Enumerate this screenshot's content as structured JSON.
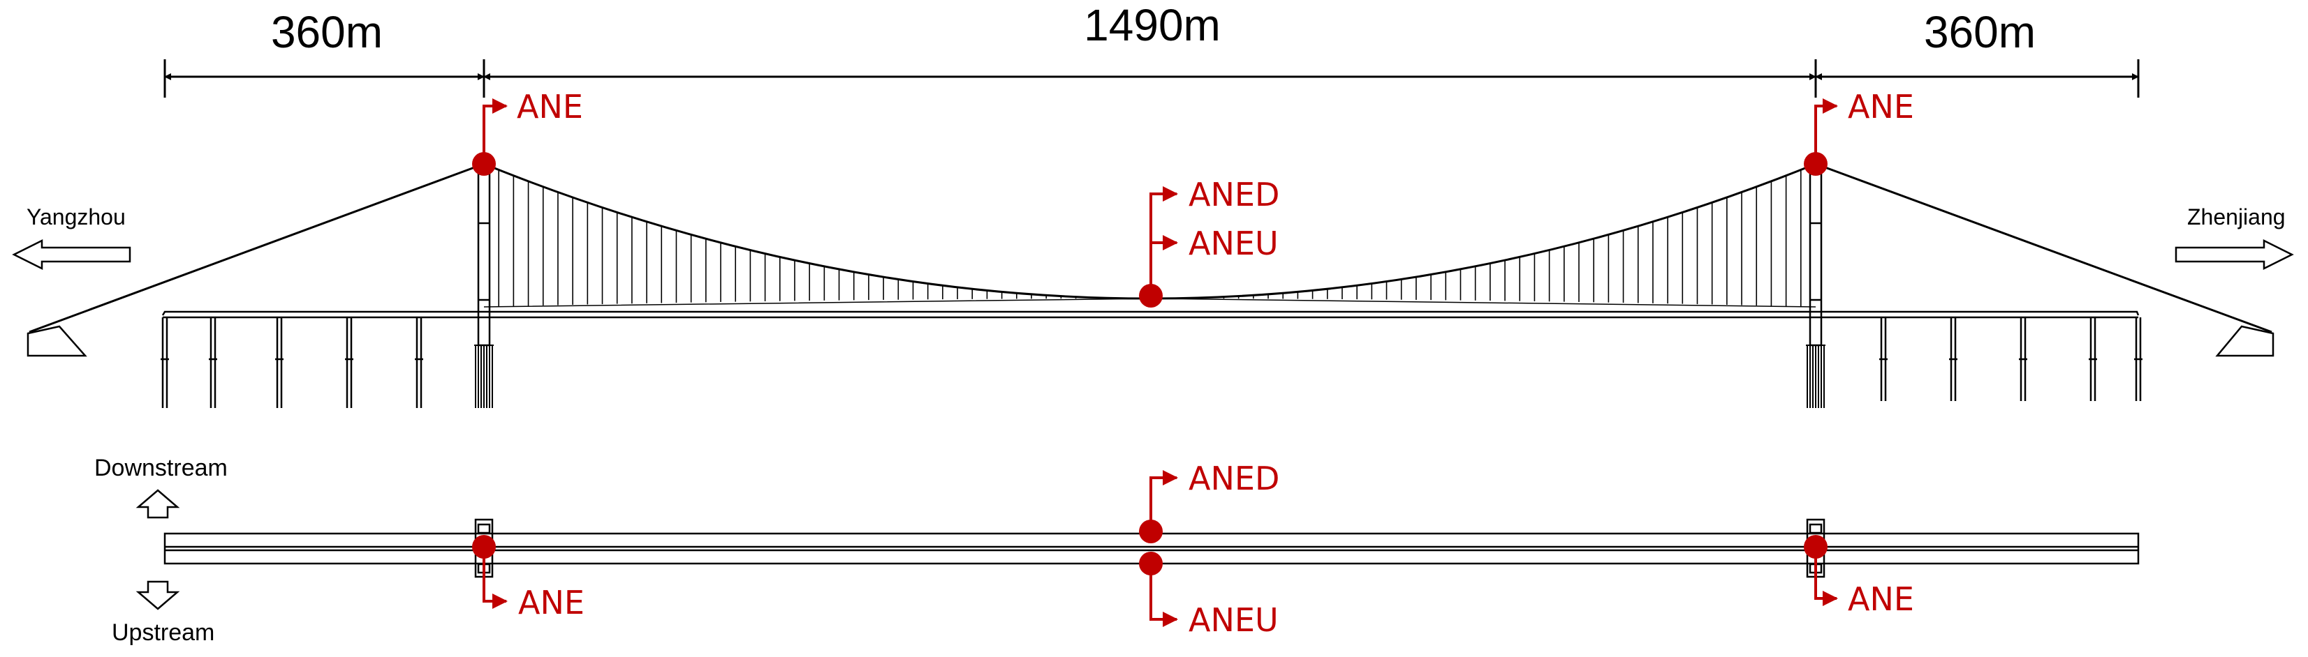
{
  "dimensions": {
    "left_span": "360m",
    "main_span": "1490m",
    "right_span": "360m"
  },
  "directions": {
    "left_city": "Yangzhou",
    "right_city": "Zhenjiang",
    "downstream": "Downstream",
    "upstream": "Upstream"
  },
  "sensors": {
    "elevation": {
      "left_tower": "ANE",
      "right_tower": "ANE",
      "midspan_downstream": "ANED",
      "midspan_upstream": "ANEU"
    },
    "plan": {
      "midspan_downstream": "ANED",
      "midspan_upstream": "ANEU",
      "left_tower": "ANE",
      "right_tower": "ANE"
    }
  },
  "colors": {
    "sensor": "#c00000",
    "structure": "#000000"
  }
}
